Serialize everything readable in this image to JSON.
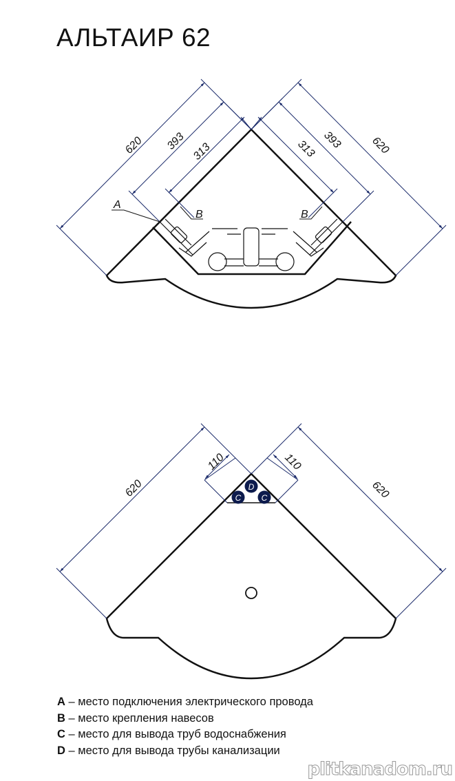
{
  "title": "АЛЬТАИР 62",
  "top_drawing": {
    "dims_left": [
      "620",
      "393",
      "313"
    ],
    "dims_right": [
      "313",
      "393",
      "620"
    ],
    "markers": {
      "a": "A",
      "b_left": "B",
      "b_right": "B"
    }
  },
  "bottom_drawing": {
    "dims": {
      "left_outer": "620",
      "left_inner": "110",
      "right_inner": "110",
      "right_outer": "620"
    },
    "markers": {
      "d": "D",
      "c_left": "C",
      "c_right": "C"
    }
  },
  "legend": [
    {
      "key": "A",
      "text": " – место подключения электрического провода"
    },
    {
      "key": "B",
      "text": " – место крепления навесов"
    },
    {
      "key": "C",
      "text": " – место для вывода труб водоснабжения"
    },
    {
      "key": "D",
      "text": " – место для вывода трубы канализации"
    }
  ],
  "watermark": "plitkanadom.ru",
  "colors": {
    "line": "#111111",
    "dimension": "#1a2a6a",
    "marker_fill": "#0d1b4d"
  }
}
